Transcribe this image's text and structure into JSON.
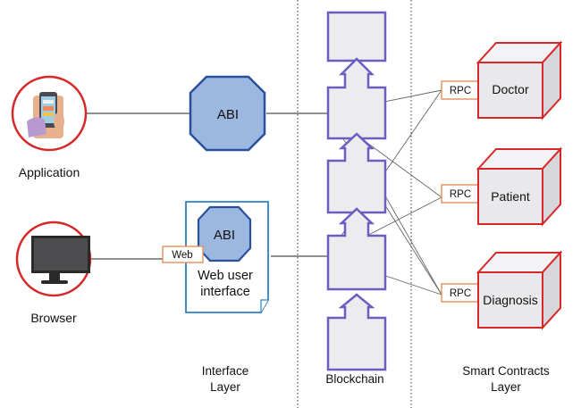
{
  "colors": {
    "accent_red": "#d62828",
    "abi_fill": "#9db8e0",
    "abi_stroke": "#2b4f9c",
    "block_stroke": "#6a5fc0",
    "block_fill": "#ececee",
    "doc_stroke": "#2f7fc2",
    "rpc_stroke": "#e38f5a",
    "cube_front": "#e9e9ec",
    "cube_top": "#f3f3f5",
    "cube_side": "#d7d7db"
  },
  "clients": [
    {
      "label": "Application",
      "icon": "phone-hand-icon"
    },
    {
      "label": "Browser",
      "icon": "monitor-icon"
    }
  ],
  "abi": {
    "top_label": "ABI",
    "web_label": "ABI"
  },
  "web_tag": "Web",
  "web_ui_label_line1": "Web user",
  "web_ui_label_line2": "interface",
  "rpc_label": "RPC",
  "contracts": [
    {
      "label": "Doctor"
    },
    {
      "label": "Patient"
    },
    {
      "label": "Diagnosis"
    }
  ],
  "layers": {
    "interface_line1": "Interface",
    "interface_line2": "Layer",
    "blockchain": "Blockchain",
    "smart_line1": "Smart Contracts",
    "smart_line2": "Layer"
  }
}
